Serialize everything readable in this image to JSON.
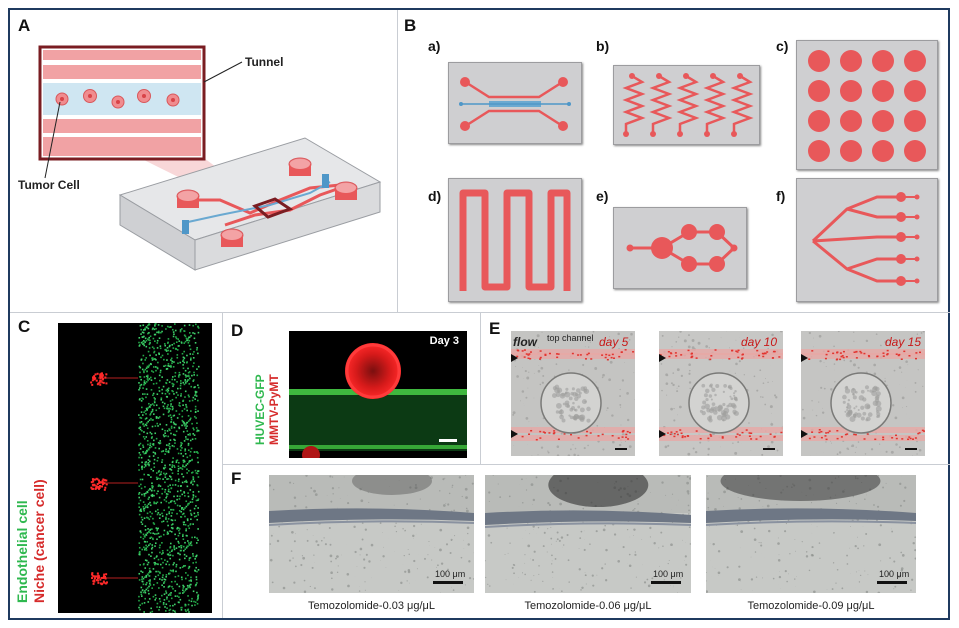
{
  "panels": {
    "A": {
      "label": "A",
      "tunnel": "Tunnel",
      "tumor_cell": "Tumor Cell"
    },
    "B": {
      "label": "B",
      "sub": [
        "a)",
        "b)",
        "c)",
        "d)",
        "e)",
        "f)"
      ]
    },
    "C": {
      "label": "C",
      "line1": "Endothelial cell",
      "line2": "Niche (cancer cell)"
    },
    "D": {
      "label": "D",
      "day": "Day 3",
      "line1": "HUVEC-GFP",
      "line2": "MMTV-PyMT"
    },
    "E": {
      "label": "E",
      "flow": "flow",
      "top_channel": "top channel",
      "days": [
        "day 5",
        "day 10",
        "day 15"
      ]
    },
    "F": {
      "label": "F",
      "scale": "100 μm",
      "captions": [
        "Temozolomide-0.03 μg/μL",
        "Temozolomide-0.06 μg/μL",
        "Temozolomide-0.09 μg/μL"
      ]
    }
  },
  "colors": {
    "accent_red": "#e8585a",
    "pink": "#f3a3a5",
    "green": "#39d162",
    "border": "#1f3a5f",
    "chip_gray": "#cfcfd1",
    "channel_blue": "#cfe6f2"
  }
}
